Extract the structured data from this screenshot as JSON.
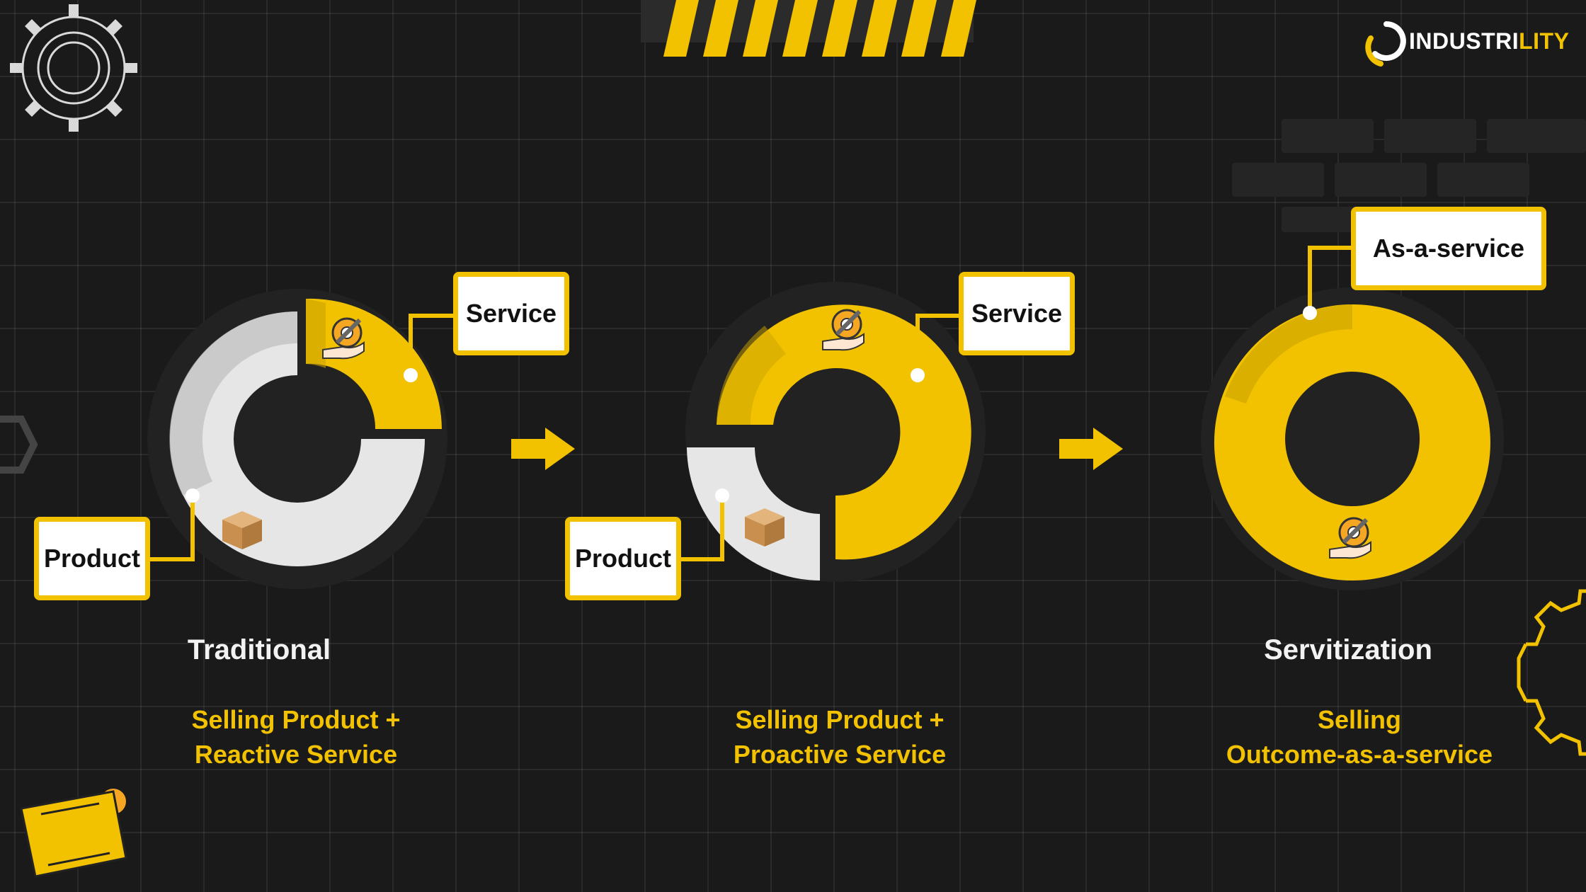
{
  "brand": {
    "name_main": "INDUSTRI",
    "name_accent": "LITY",
    "logo_icon": "industrility-logo-icon"
  },
  "colors": {
    "background": "#1a1a1a",
    "accent": "#f2c200",
    "product_segment": "#e6e6e6",
    "label_box": "#ffffff"
  },
  "stages": [
    {
      "title": "Traditional",
      "subtitle_lines": [
        "Selling Product +",
        "Reactive Service"
      ],
      "labels": {
        "service": "Service",
        "product": "Product"
      },
      "service_fraction": 0.25,
      "product_fraction": 0.75
    },
    {
      "title": "",
      "subtitle_lines": [
        "Selling Product +",
        "Proactive Service"
      ],
      "labels": {
        "service": "Service",
        "product": "Product"
      },
      "service_fraction": 0.75,
      "product_fraction": 0.25
    },
    {
      "title": "Servitization",
      "subtitle_lines": [
        "Selling",
        "Outcome-as-a-service"
      ],
      "labels": {
        "as_a_service": "As-a-service"
      },
      "service_fraction": 1.0,
      "product_fraction": 0.0
    }
  ],
  "icons": {
    "service": "gear-wrench-hand-icon",
    "product": "cardboard-box-icon",
    "arrow": "arrow-right-icon",
    "decor_gear": "gear-icon",
    "decor_ticket": "ticket-icon"
  }
}
